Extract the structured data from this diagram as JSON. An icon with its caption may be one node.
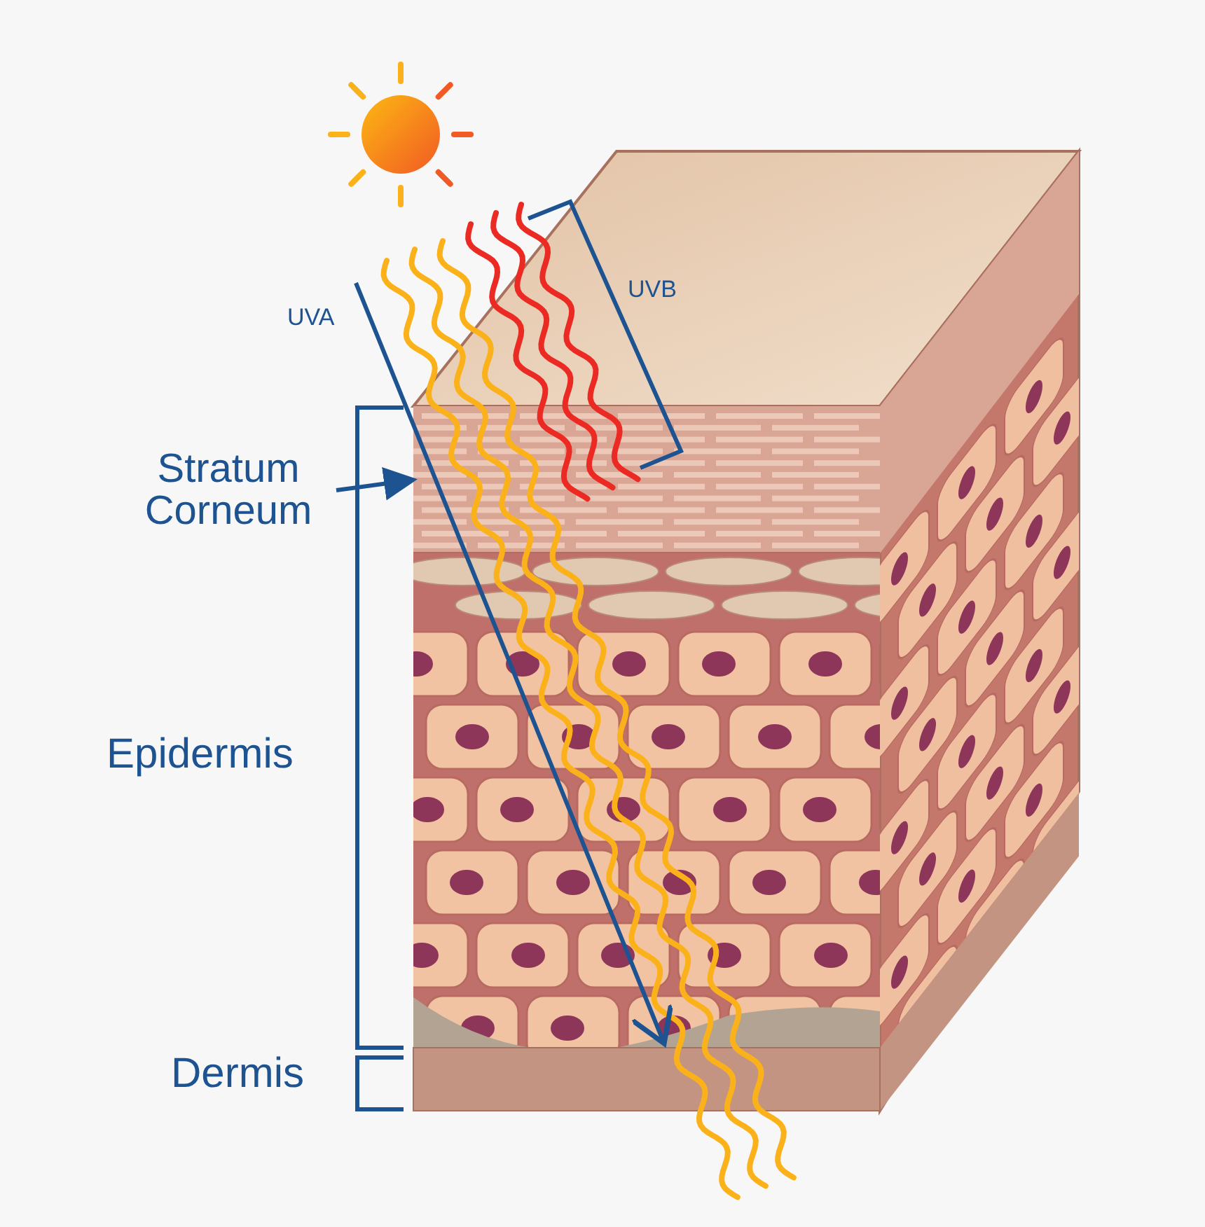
{
  "diagram": {
    "nodes": [
      {
        "text": [
          "Stratum Corneum"
        ]
      },
      {
        "text": [],
        "shape": "box"
      }
    ],
    "edges": [
      {
        "from": 0,
        "to": 1,
        "arrow": "to"
      }
    ],
    "labels": [
      "UVA",
      "UVB",
      "Epidermis",
      "Dermis"
    ]
  }
}
